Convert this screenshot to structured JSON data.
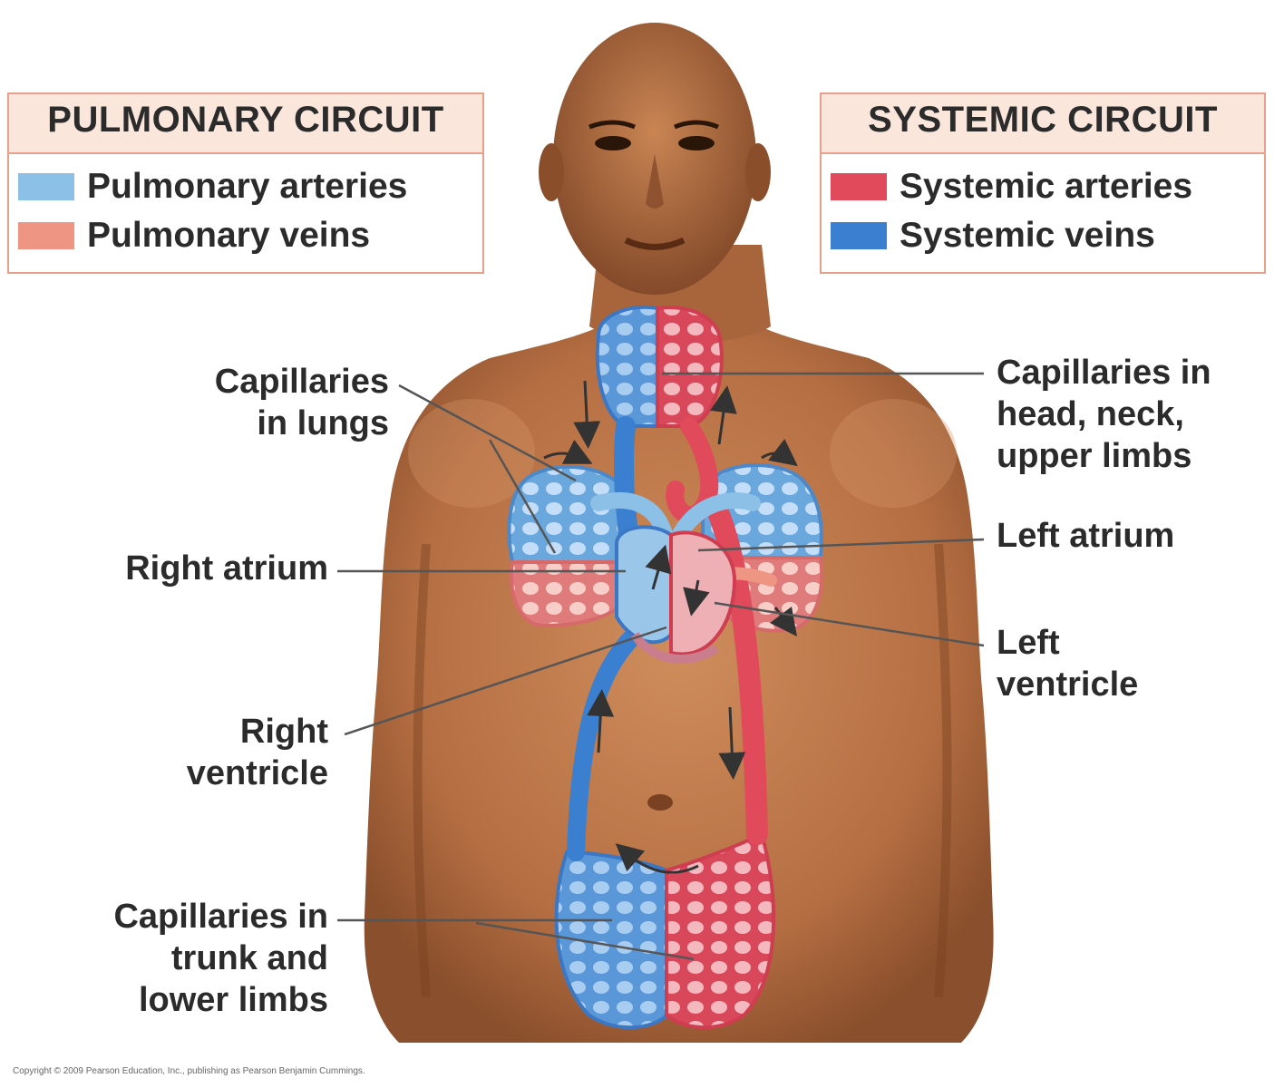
{
  "pulmonary_legend": {
    "title": "PULMONARY CIRCUIT",
    "items": [
      {
        "label": "Pulmonary arteries",
        "color": "#8cc0e6"
      },
      {
        "label": "Pulmonary veins",
        "color": "#ee9583"
      }
    ]
  },
  "systemic_legend": {
    "title": "SYSTEMIC CIRCUIT",
    "items": [
      {
        "label": "Systemic arteries",
        "color": "#e04a5a"
      },
      {
        "label": "Systemic veins",
        "color": "#3b7fd0"
      }
    ]
  },
  "labels": {
    "capillaries_lungs": [
      "Capillaries",
      "in lungs"
    ],
    "right_atrium": [
      "Right atrium"
    ],
    "right_ventricle": [
      "Right",
      "ventricle"
    ],
    "capillaries_trunk": [
      "Capillaries in",
      "trunk and",
      "lower limbs"
    ],
    "capillaries_head": [
      "Capillaries in",
      "head, neck,",
      "upper limbs"
    ],
    "left_atrium": [
      "Left atrium"
    ],
    "left_ventricle": [
      "Left",
      "ventricle"
    ]
  },
  "copyright": "Copyright © 2009 Pearson Education, Inc., publishing as Pearson Benjamin Cummings.",
  "colors": {
    "skin": "#c07a4c",
    "skin_shadow": "#8a4f2c",
    "leader_line": "#555555"
  }
}
